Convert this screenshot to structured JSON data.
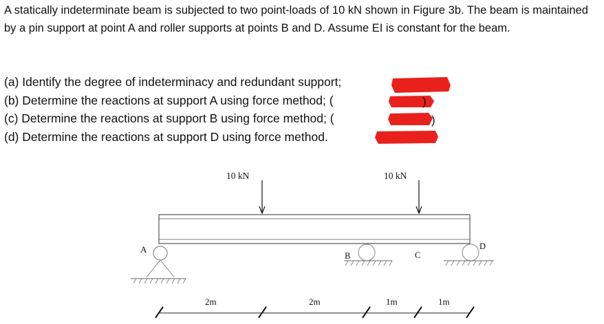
{
  "problem": {
    "intro": "A statically indeterminate beam is subjected to two point-loads of 10 kN shown in Figure 3b. The beam is maintained by a pin support at point A and roller supports at points B and D. Assume EI is constant for the beam.",
    "parts": [
      {
        "text": "(a) Identify the degree of indeterminacy and redundant support;"
      },
      {
        "text": "(b) Determine the reactions at support A using force method; ("
      },
      {
        "text": "(c) Determine the reactions at support B using force method; ("
      },
      {
        "text": "(d) Determine the reactions at support D using force method."
      }
    ],
    "parts_closers": [
      "",
      ")",
      ")",
      ""
    ]
  },
  "figure": {
    "loads": [
      {
        "label": "10 kN"
      },
      {
        "label": "10 kN"
      }
    ],
    "supports": [
      {
        "label": "A",
        "type": "pin"
      },
      {
        "label": "B",
        "type": "roller"
      },
      {
        "label": "C",
        "type": "none"
      },
      {
        "label": "D",
        "type": "roller"
      }
    ],
    "spans": [
      {
        "label": "2m"
      },
      {
        "label": "2m"
      },
      {
        "label": "1m"
      },
      {
        "label": "1m"
      }
    ],
    "redaction_color": "#e8211d"
  }
}
